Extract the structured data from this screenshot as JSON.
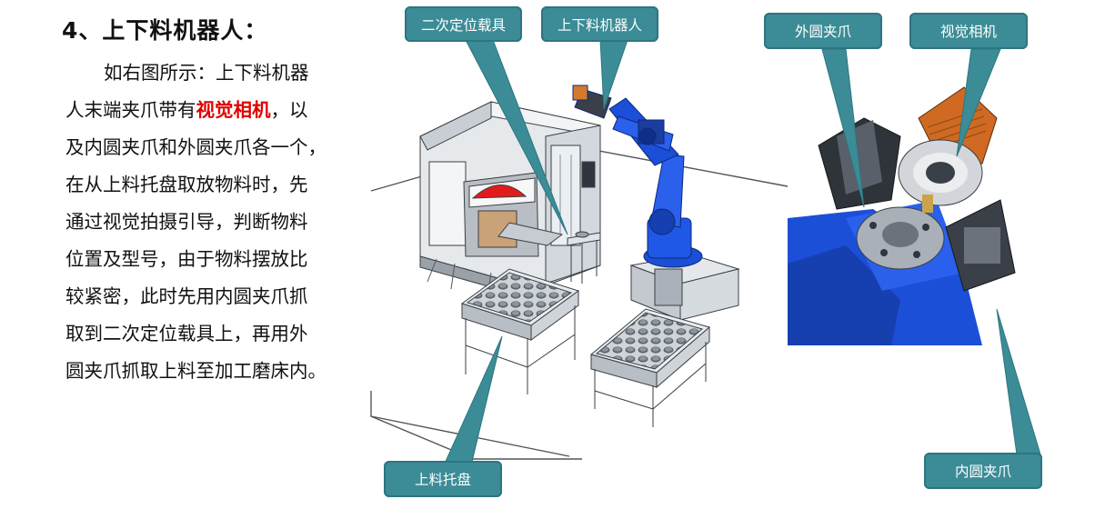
{
  "heading": "4、上下料机器人：",
  "paragraph": {
    "lines": [
      {
        "parts": [
          "如右图所示：上下料机器"
        ]
      },
      {
        "parts": [
          "人末端夹爪带有",
          "视觉相机",
          "，以"
        ]
      },
      {
        "parts": [
          "及内圆夹爪和外圆夹爪各一个，"
        ]
      },
      {
        "parts": [
          "在从上料托盘取放物料时，先"
        ]
      },
      {
        "parts": [
          "通过视觉拍摄引导，判断物料"
        ]
      },
      {
        "parts": [
          "位置及型号，由于物料摆放比"
        ]
      },
      {
        "parts": [
          "较紧密，此时先用内圆夹爪抓"
        ]
      },
      {
        "parts": [
          "取到二次定位载具上，再用外"
        ]
      },
      {
        "parts": [
          "圆夹爪抓取上料至加工磨床内。"
        ]
      }
    ]
  },
  "callouts": {
    "secondary_fixture": "二次定位载具",
    "loading_robot": "上下料机器人",
    "outer_gripper": "外圆夹爪",
    "vision_camera": "视觉相机",
    "loading_tray": "上料托盘",
    "inner_gripper": "内圆夹爪"
  },
  "colors": {
    "callout_fill": "#3b8c96",
    "highlight_text": "#e00000",
    "robot_blue": "#1c4fd8",
    "frame_gray": "#d9dde2"
  },
  "icons": [
    "machine-illustration",
    "gripper-closeup-illustration"
  ]
}
